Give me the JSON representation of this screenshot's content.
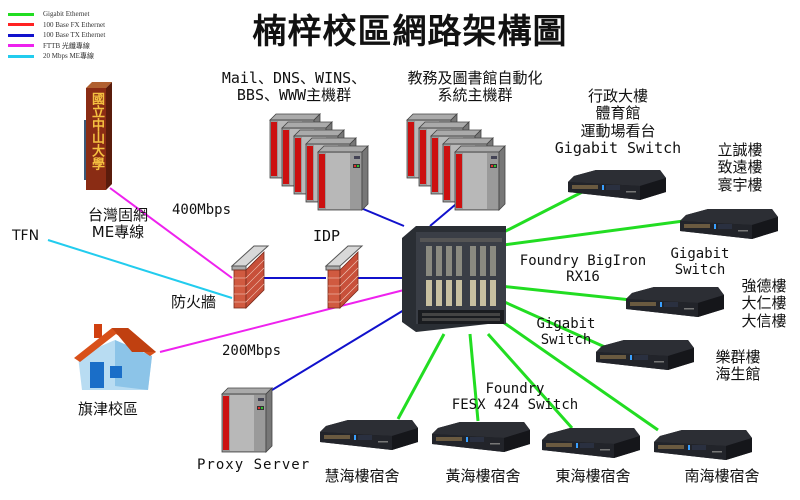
{
  "title": "楠梓校區網路架構圖",
  "legend": [
    {
      "label": "Gigabit Ethernet",
      "color": "#22dd22"
    },
    {
      "label": "100 Base FX Ethernet",
      "color": "#ff2222"
    },
    {
      "label": "100 Base TX Ethernet",
      "color": "#1111cc"
    },
    {
      "label": "FTTB 光纖專線",
      "color": "#ee22ee"
    },
    {
      "label": "20 Mbps ME專線",
      "color": "#22ccee"
    }
  ],
  "colors": {
    "gigabit": "#22dd22",
    "tx": "#1111cc",
    "fttb": "#ee22ee",
    "me": "#22ccee"
  },
  "nodes": {
    "server_group_1": {
      "line1": "Mail、DNS、WINS、",
      "line2": "BBS、WWW主機群"
    },
    "server_group_2": {
      "line1": "教務及圖書館自動化",
      "line2": "系統主機群"
    },
    "switch_admin": {
      "line1": "行政大樓",
      "line2": "體育館",
      "line3": "運動場看台",
      "line4": "Gigabit Switch"
    },
    "switch_lc": {
      "line1": "立誠樓",
      "line2": "致遠樓",
      "line3": "寰宇樓"
    },
    "core": {
      "line1": "Foundry BigIron",
      "line2": "RX16"
    },
    "gigabit_switch_label_1": {
      "line1": "Gigabit",
      "line2": "Switch"
    },
    "switch_qd": {
      "line1": "強德樓",
      "line2": "大仁樓",
      "line3": "大信樓"
    },
    "gigabit_switch_label_2": {
      "line1": "Gigabit",
      "line2": "Switch"
    },
    "switch_lq": {
      "line1": "樂群樓",
      "line2": "海生館"
    },
    "fesx": {
      "line1": "Foundry",
      "line2": "FESX 424 Switch"
    },
    "dorms": [
      "慧海樓宿舍",
      "黃海樓宿舍",
      "東海樓宿舍",
      "南海樓宿舍"
    ],
    "nsysu_monument": {
      "text": "國立中山大學"
    },
    "link_400": "400Mbps",
    "tfn": "TFN",
    "me_line": {
      "line1": "台灣固網",
      "line2": "ME專線"
    },
    "firewall": "防火牆",
    "idp": "IDP",
    "qijin": "旗津校區",
    "link_200": "200Mbps",
    "proxy": "Proxy Server"
  }
}
